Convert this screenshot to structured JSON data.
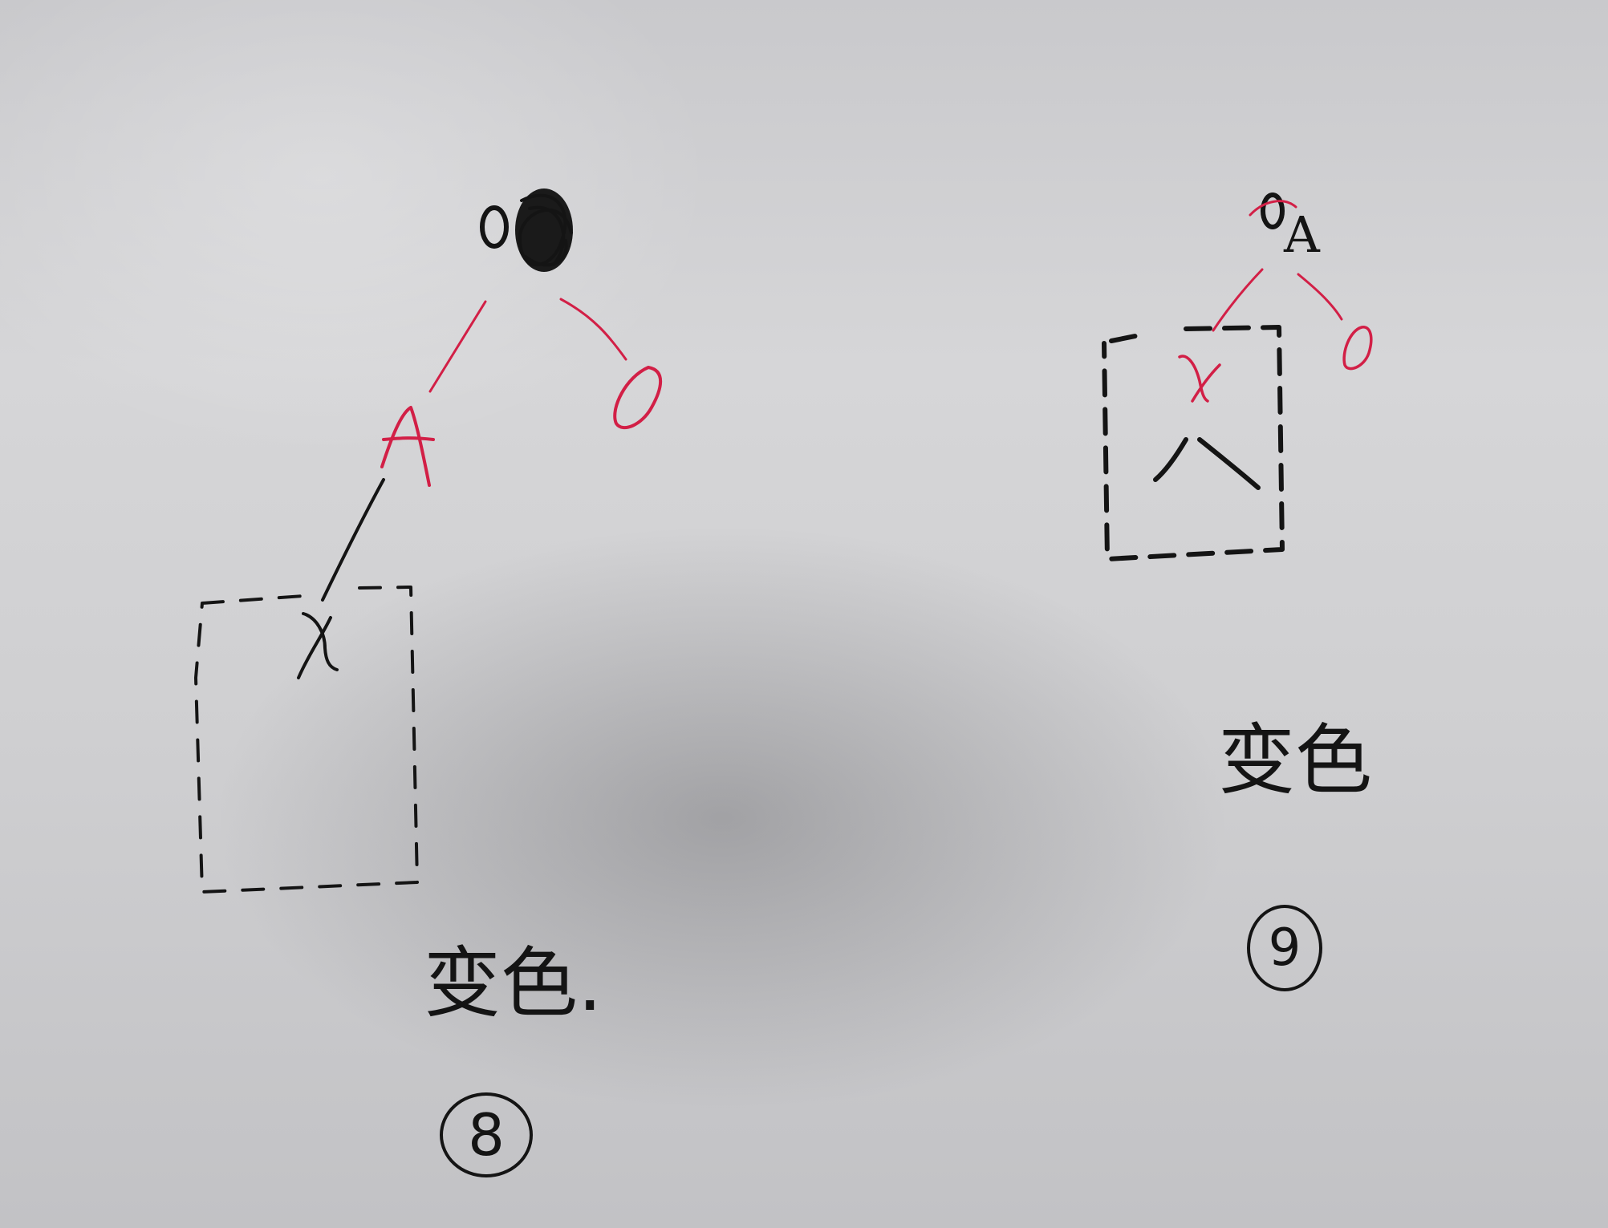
{
  "diagram_8": {
    "root_label": "0",
    "left_child_label": "A",
    "right_child_label": "0",
    "subtree_label": "X",
    "caption": "变色.",
    "step_number": "8"
  },
  "diagram_9": {
    "root_label": "A",
    "left_child_label": "X",
    "right_child_label": "0",
    "caption": "变色",
    "step_number": "9"
  },
  "colors": {
    "black_ink": "#141414",
    "red_ink": "#d21f46",
    "paper": "#cfcfd1"
  }
}
